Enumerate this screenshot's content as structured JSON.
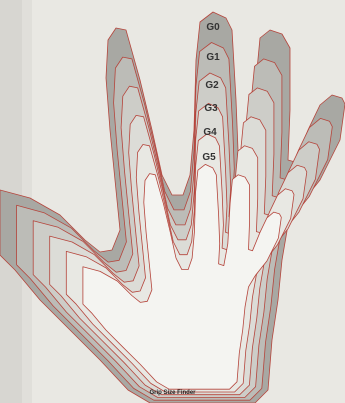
{
  "figure": {
    "caption": "Grip Size Finder",
    "sizes": [
      {
        "label": "G0",
        "fill": "#a8a8a3"
      },
      {
        "label": "G1",
        "fill": "#bcbcb7"
      },
      {
        "label": "G2",
        "fill": "#cdcdc8"
      },
      {
        "label": "G3",
        "fill": "#dcdcd7"
      },
      {
        "label": "G4",
        "fill": "#e8e8e3"
      },
      {
        "label": "G5",
        "fill": "#f4f4f1"
      }
    ],
    "outline_color": "#b5453c"
  }
}
